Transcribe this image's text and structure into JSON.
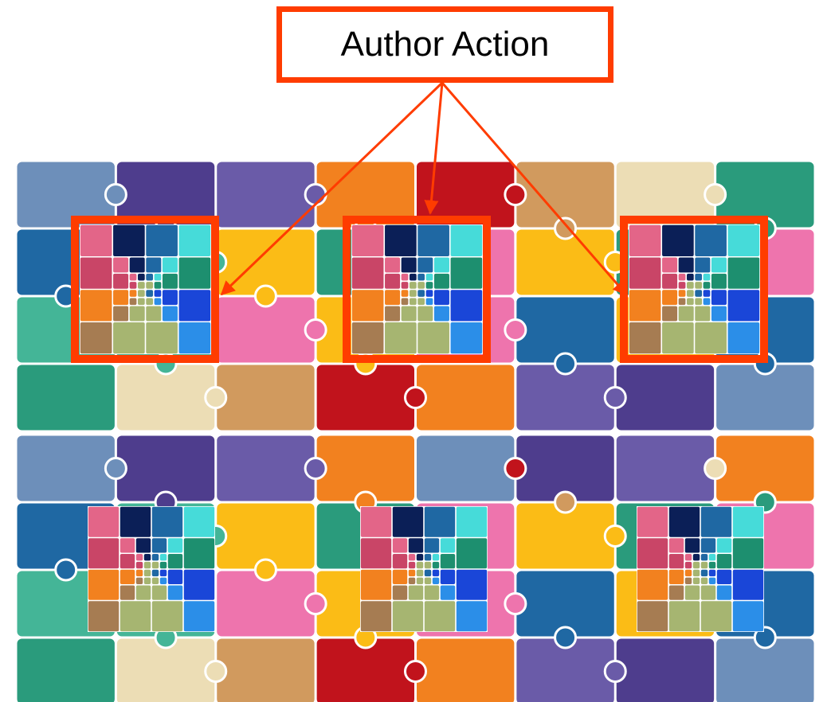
{
  "label": {
    "text": "Author Action"
  },
  "colors": {
    "highlight": "#ff3c00",
    "seam": "#ffffff",
    "palette": {
      "steel": "#6d8fba",
      "indigo": "#4e3d8d",
      "purple": "#6a5ba8",
      "orange": "#f2811f",
      "red": "#c1131c",
      "tan": "#d19a5e",
      "cream": "#ecddb5",
      "teal": "#2a9b7c",
      "blue": "#1f68a3",
      "mint": "#44b597",
      "pink": "#ee74ad",
      "yellow": "#fbbc16",
      "green": "#1d8f6f",
      "navy": "#0b1f57",
      "cyan": "#46dbd9",
      "olive": "#a6b571",
      "rose": "#e36588",
      "brown": "#a67c52",
      "royal": "#1a46d8",
      "sky": "#2b8ee8",
      "crimson": "#c94567"
    },
    "tile": [
      [
        "steel",
        "indigo",
        "purple",
        "orange",
        "red",
        "tan",
        "cream",
        "teal"
      ],
      [
        "blue",
        "mint",
        "yellow",
        "teal",
        "pink",
        "yellow",
        "teal",
        "pink"
      ],
      [
        "mint",
        "mint",
        "pink",
        "yellow",
        "pink",
        "blue",
        "yellow",
        "blue"
      ],
      [
        "teal",
        "cream",
        "tan",
        "red",
        "orange",
        "purple",
        "indigo",
        "steel"
      ]
    ],
    "inset": [
      [
        "rose",
        "navy",
        "blue",
        "cyan"
      ],
      [
        "crimson",
        "olive",
        "olive",
        "green"
      ],
      [
        "orange",
        "olive",
        "blue",
        "royal"
      ],
      [
        "brown",
        "olive",
        "olive",
        "sky"
      ]
    ]
  }
}
